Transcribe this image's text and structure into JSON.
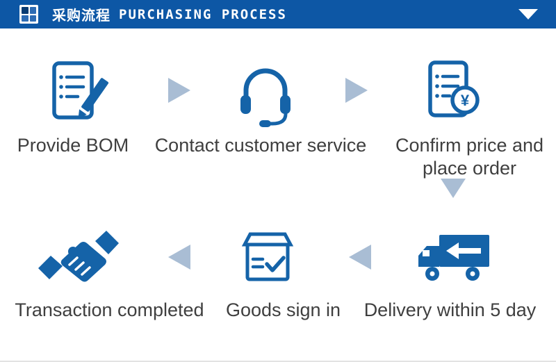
{
  "header": {
    "title_zh": "采购流程",
    "title_en": "PURCHASING PROCESS",
    "collapse_icon": "chevron-down-icon",
    "logo_icon": "grid-logo-icon"
  },
  "flow": {
    "row1": [
      {
        "label": "Provide BOM",
        "icon": "document-edit-icon"
      },
      {
        "label": "Contact customer service",
        "icon": "headset-icon"
      },
      {
        "label_line1": "Confirm price and",
        "label_line2": "place order",
        "icon": "invoice-currency-icon"
      }
    ],
    "row2": [
      {
        "label": "Delivery within 5 day",
        "icon": "delivery-truck-icon"
      },
      {
        "label": "Goods sign in",
        "icon": "package-check-icon"
      },
      {
        "label": "Transaction completed",
        "icon": "handshake-icon"
      }
    ],
    "currency_symbol": "¥",
    "arrow_icons": [
      "arrow-right-icon",
      "arrow-right-icon",
      "arrow-down-icon",
      "arrow-left-icon",
      "arrow-left-icon"
    ]
  },
  "colors": {
    "header_bg": "#0d57a5",
    "icon_blue": "#1563a8",
    "arrow_blue": "#a9bdd4",
    "text": "#3f3f3f"
  }
}
